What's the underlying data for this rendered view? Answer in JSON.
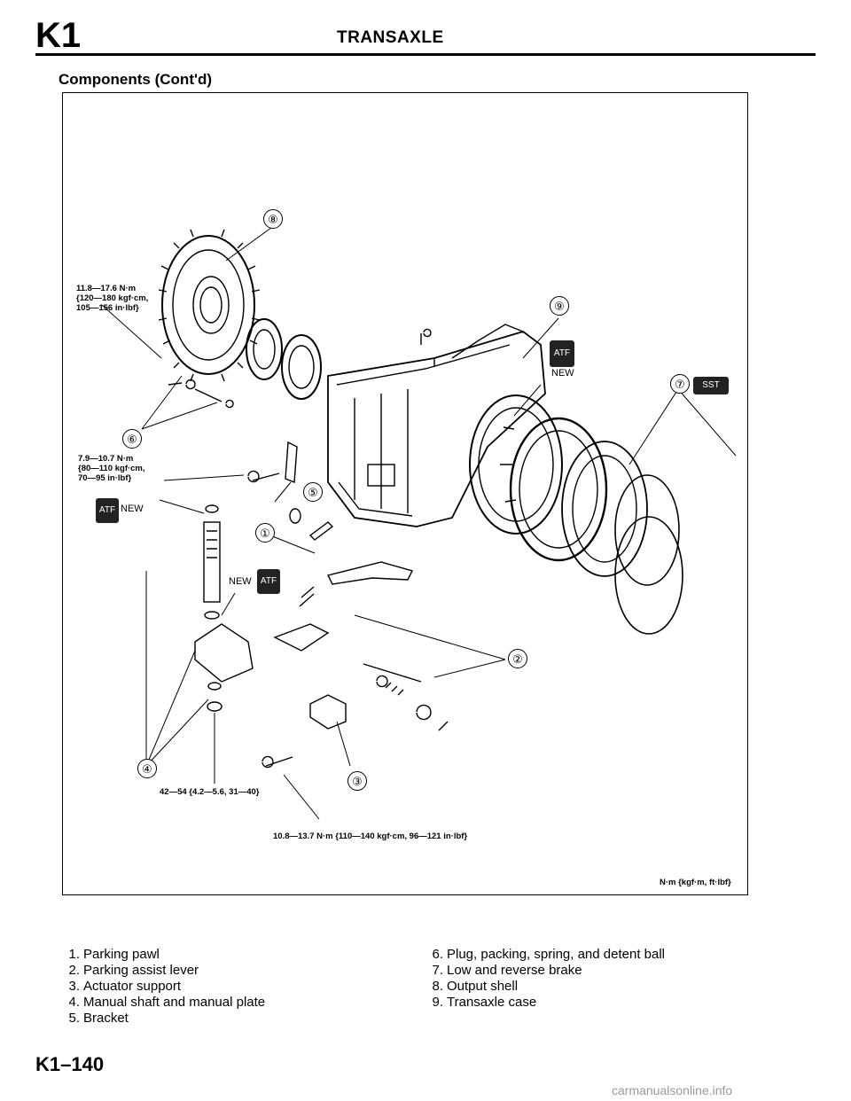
{
  "header": {
    "section_code": "K1",
    "title": "TRANSAXLE"
  },
  "subtitle": "Components (Cont'd)",
  "diagram": {
    "torque_output_shell_bolt": "11.8—17.6 N·m\n{120—180 kgf·cm,\n105—156 in·lbf}",
    "torque_bracket_bolt": "7.9—10.7 N·m\n{80—110 kgf·cm,\n70—95 in·lbf}",
    "torque_manual_plate": "42—54 {4.2—5.6, 31—40}",
    "torque_actuator_bolt": "10.8—13.7 N·m {110—140 kgf·cm, 96—121 in·lbf}",
    "unit_note": "N·m {kgf·m, ft·lbf}",
    "atf_label": "ATF",
    "sst_label": "SST",
    "new_label": "NEW",
    "callouts": [
      "①",
      "②",
      "③",
      "④",
      "⑤",
      "⑥",
      "⑦",
      "⑧",
      "⑨"
    ]
  },
  "legend_left": [
    {
      "n": "1.",
      "text": "Parking pawl"
    },
    {
      "n": "2.",
      "text": "Parking assist lever"
    },
    {
      "n": "3.",
      "text": "Actuator support"
    },
    {
      "n": "4.",
      "text": "Manual shaft and manual plate"
    },
    {
      "n": "5.",
      "text": "Bracket"
    }
  ],
  "legend_right": [
    {
      "n": "6.",
      "text": "Plug, packing, spring, and detent ball"
    },
    {
      "n": "7.",
      "text": "Low and reverse brake"
    },
    {
      "n": "8.",
      "text": "Output shell"
    },
    {
      "n": "9.",
      "text": "Transaxle case"
    }
  ],
  "page_number": "K1–140",
  "watermark": "carmanualsonline.info"
}
